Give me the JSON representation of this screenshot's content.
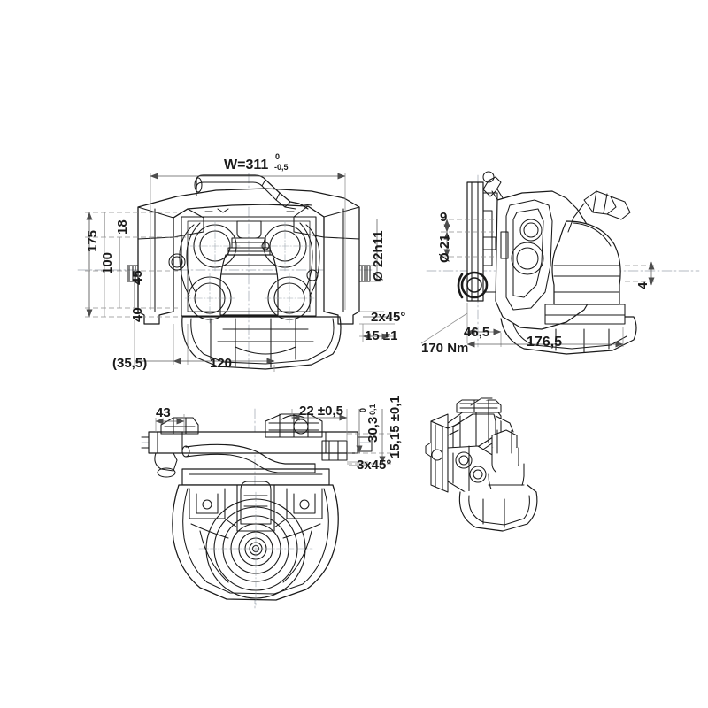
{
  "drawing": {
    "title": "Trailer coupling technical drawing",
    "background_color": "#ffffff",
    "line_color": "#1a1a1a",
    "dimension_line_color": "#5a5a5a",
    "centerline_color": "#9aa3ad"
  },
  "views": {
    "front": {
      "name": "front-view"
    },
    "side": {
      "name": "side-view"
    },
    "plan": {
      "name": "plan-view"
    },
    "iso": {
      "name": "isometric-view"
    }
  },
  "dimensions": {
    "width_overall": "W=311",
    "width_tol_upper": "0",
    "width_tol_lower": "-0,5",
    "height_175": "175",
    "height_100": "100",
    "height_18": "18",
    "height_45": "45",
    "height_40": "40",
    "bore_22h11": "Ø 22h11",
    "chamfer_2x45": "2x45°",
    "dim_15_pm1": "15 ±1",
    "dim_35_5": "(35,5)",
    "dim_120": "120",
    "dim_9": "9",
    "bore_21": "Ø 21",
    "dim_4": "4",
    "dim_46_5": "46,5",
    "dim_176_5": "176,5",
    "torque_170nm": "170 Nm",
    "dim_43": "43",
    "dim_22_pm05": "22 ±0,5",
    "dim_30_3": "30,3",
    "dim_30_3_tol_upper": "0",
    "dim_30_3_tol_lower": "-0,1",
    "dim_15_15": "15,15 ±0,1",
    "chamfer_3x45": "3x45°"
  }
}
